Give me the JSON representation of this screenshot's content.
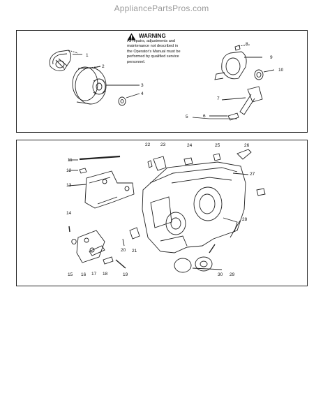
{
  "watermark": "AppliancePartsPros.com",
  "warning": {
    "title": "WARNING",
    "lines": [
      "All repairs, adjustments and",
      "maintenance not described in",
      "the Operator's Manual must be",
      "performed by qualified service",
      "personnel."
    ]
  },
  "callouts": {
    "c1": "1",
    "c2": "2",
    "c3": "3",
    "c4": "4",
    "c5": "5",
    "c6": "6",
    "c7": "7",
    "c8": "8",
    "c9": "9",
    "c10": "10",
    "c11": "11",
    "c12": "12",
    "c13": "13",
    "c14": "14",
    "c15": "15",
    "c16": "16",
    "c17": "17",
    "c18": "18",
    "c19": "19",
    "c20": "20",
    "c21": "21",
    "c22": "22",
    "c23": "23",
    "c24": "24",
    "c25": "25",
    "c26": "26",
    "c27": "27",
    "c28": "28",
    "c29": "29",
    "c30": "30"
  }
}
